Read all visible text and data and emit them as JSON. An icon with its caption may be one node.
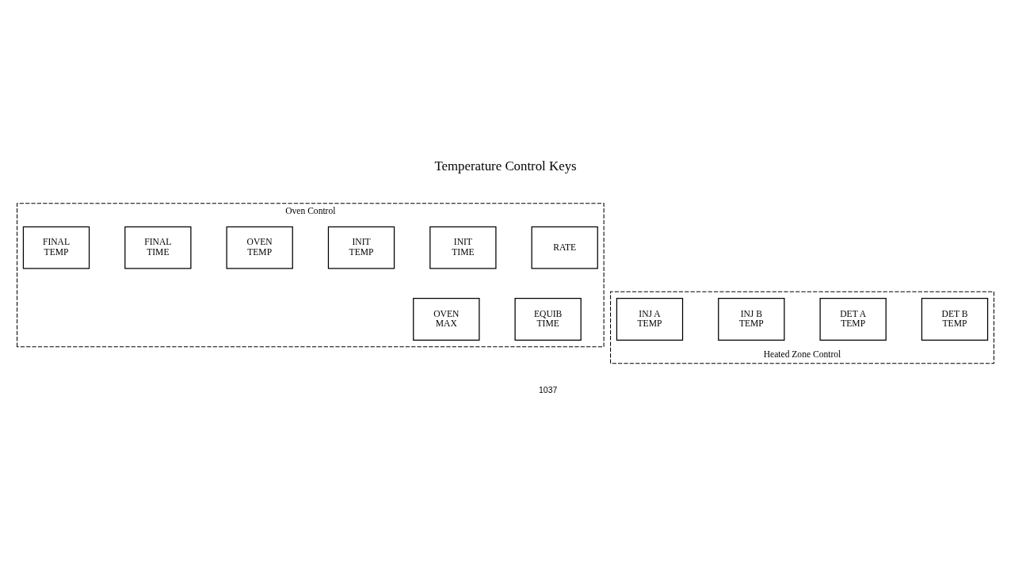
{
  "diagram": {
    "title": "Temperature Control Keys",
    "nodes": [
      {
        "text": [
          "Oven Control"
        ]
      },
      {
        "text": [
          "OVEN TEMP"
        ],
        "in": 0
      },
      {
        "text": [
          "INIT TEMP"
        ],
        "in": 0
      },
      {
        "text": [
          "INIT TIME"
        ],
        "in": 0
      },
      {
        "text": [
          "RATE"
        ],
        "in": 0
      },
      {
        "text": [
          "FINAL TEMP"
        ],
        "in": 0
      },
      {
        "text": [
          "FINAL TIME"
        ],
        "in": 0
      },
      {
        "text": [
          "Heated Zone Control"
        ]
      },
      {
        "text": [
          "INJ A TEMP"
        ],
        "in": 7
      },
      {
        "text": [
          "INJ B TEMP"
        ],
        "in": 7
      },
      {
        "text": [
          "DET A TEMP"
        ],
        "in": 7
      },
      {
        "text": [
          "DET B TEMP"
        ],
        "in": 7
      },
      {
        "text": [
          "OVEN MAX"
        ],
        "in": 0
      },
      {
        "text": [
          "EQUIB TIME"
        ],
        "in": 0
      }
    ],
    "edges": [],
    "labels": [
      "1037"
    ]
  }
}
